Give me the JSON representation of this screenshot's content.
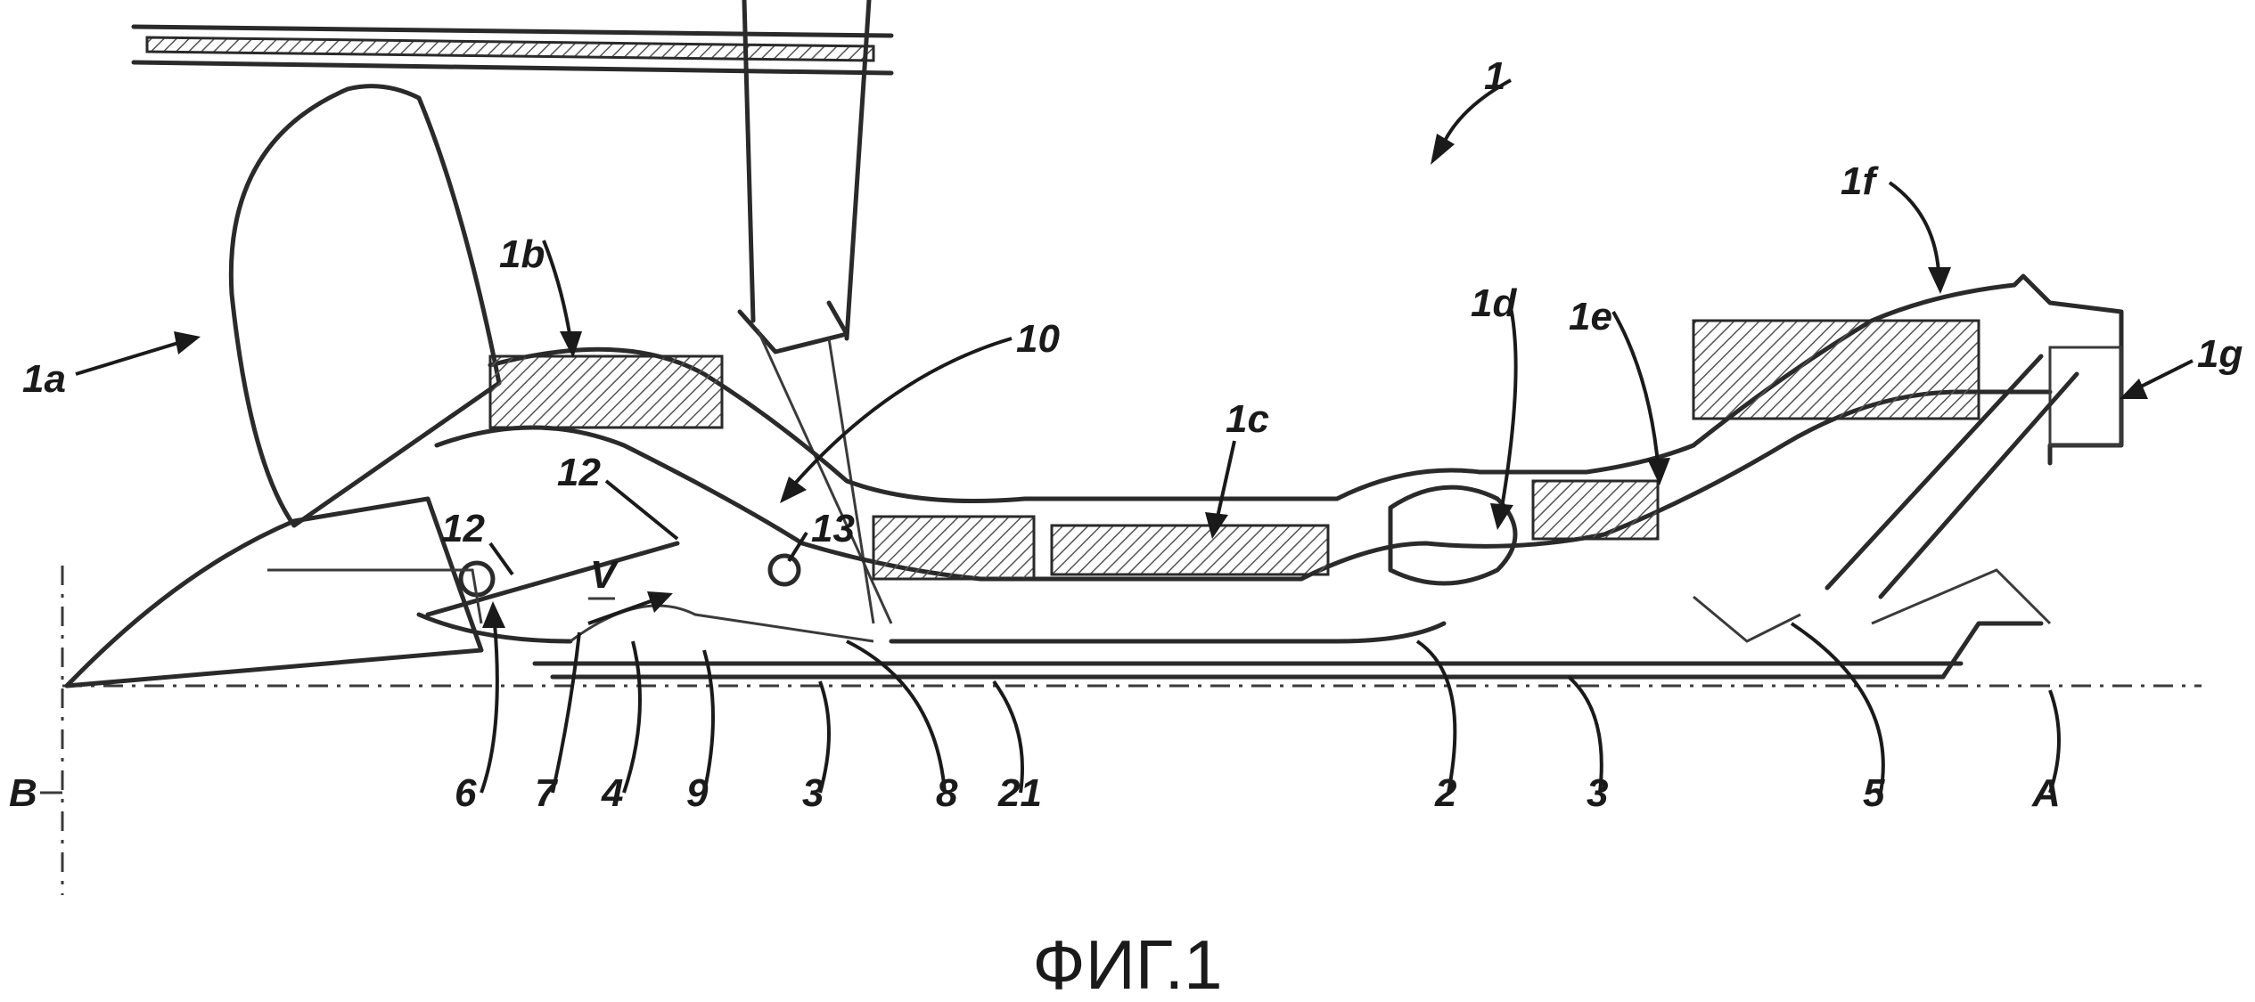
{
  "caption": "ФИГ.1",
  "labels": {
    "l1": "1",
    "l1a": "1a",
    "l1b": "1b",
    "l1c": "1c",
    "l1d": "1d",
    "l1e": "1e",
    "l1f": "1f",
    "l1g": "1g",
    "l10": "10",
    "l12a": "12",
    "l12b": "12",
    "l13": "13",
    "lV": "V",
    "l6": "6",
    "l7": "7",
    "l4": "4",
    "l9": "9",
    "l3a": "3",
    "l8": "8",
    "l21": "21",
    "l2": "2",
    "l3b": "3",
    "l5": "5",
    "lA": "A",
    "lB": "B"
  }
}
